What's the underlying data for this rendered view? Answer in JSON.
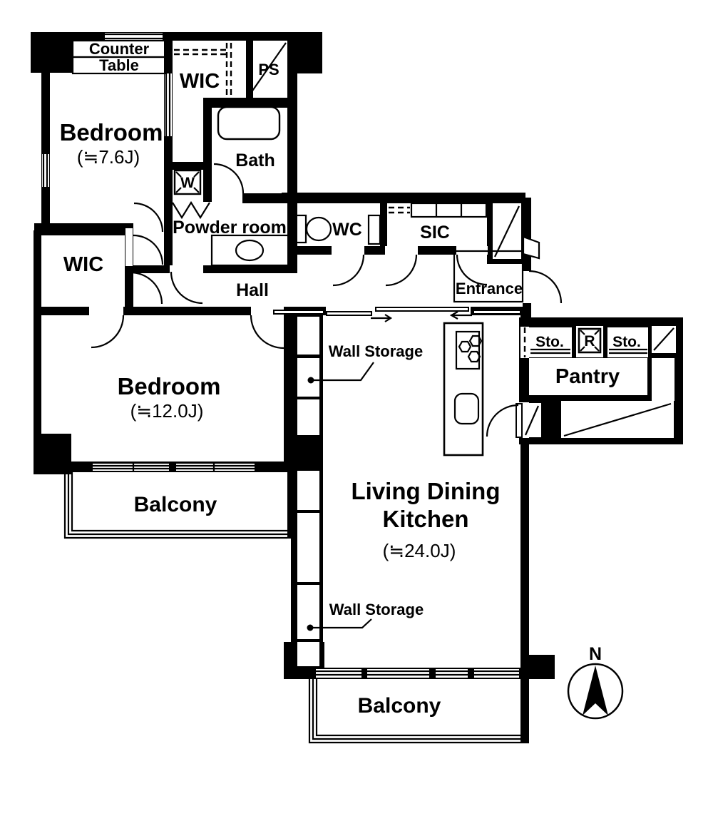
{
  "document": {
    "type": "floor-plan",
    "orientation_label": "N"
  },
  "colors": {
    "wall": "#000000",
    "background": "#ffffff",
    "line": "#000000"
  },
  "rooms": {
    "counter_table": {
      "line1": "Counter",
      "line2": "Table"
    },
    "bedroom1": {
      "name": "Bedroom",
      "size": "(≒7.6J)"
    },
    "wic_top": {
      "name": "WIC"
    },
    "ps": {
      "name": "PS"
    },
    "bath": {
      "name": "Bath"
    },
    "washer": {
      "name": "W"
    },
    "powder_room": {
      "name": "Powder room"
    },
    "wc": {
      "name": "WC"
    },
    "sic": {
      "name": "SIC"
    },
    "entrance": {
      "name": "Entrance"
    },
    "hall": {
      "name": "Hall"
    },
    "wic_left": {
      "name": "WIC"
    },
    "bedroom2": {
      "name": "Bedroom",
      "size": "(≒12.0J)"
    },
    "balcony_left": {
      "name": "Balcony"
    },
    "ldk": {
      "line1": "Living Dining",
      "line2": "Kitchen",
      "size": "(≒24.0J)"
    },
    "balcony_bottom": {
      "name": "Balcony"
    },
    "storage1": {
      "name": "Sto."
    },
    "refrigerator": {
      "name": "R"
    },
    "storage2": {
      "name": "Sto."
    },
    "pantry": {
      "name": "Pantry"
    },
    "wall_storage_upper": {
      "name": "Wall Storage"
    },
    "wall_storage_lower": {
      "name": "Wall Storage"
    }
  },
  "compass": {
    "label": "N"
  }
}
